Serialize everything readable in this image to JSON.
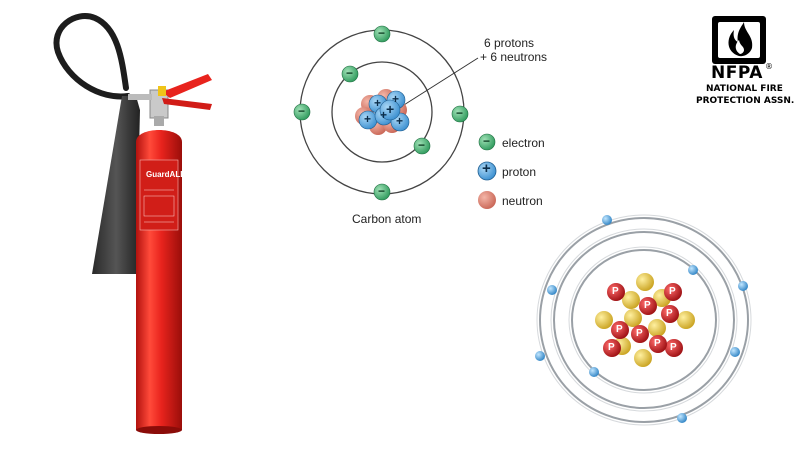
{
  "extinguisher": {
    "brand": "GuardALL",
    "body_color": "#e8231d"
  },
  "carbon_diagram": {
    "title": "Carbon atom",
    "nucleus_callout_line1": "6 protons",
    "nucleus_callout_line2": "+ 6 neutrons",
    "legend": [
      {
        "label": "electron",
        "symbol": "−",
        "color": "#2e9a5c"
      },
      {
        "label": "proton",
        "symbol": "+",
        "color": "#3a8fd0"
      },
      {
        "label": "neutron",
        "symbol": "",
        "color": "#d9786a"
      }
    ],
    "electron_symbol": "−",
    "proton_symbol": "+"
  },
  "nfpa": {
    "abbr": "NFPA",
    "registered": "®",
    "line1": "NATIONAL FIRE",
    "line2": "PROTECTION ASSN."
  },
  "atom_model_2": {
    "proton_letter": "P",
    "proton_color": "#c0161c",
    "neutron_color": "#d8b93a",
    "electron_color": "#3a93d4"
  }
}
